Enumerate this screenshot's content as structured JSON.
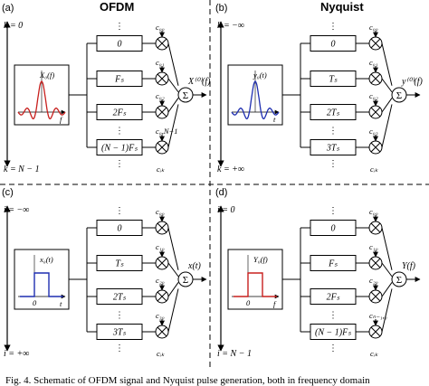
{
  "caption": "Fig. 4. Schematic of OFDM signal and Nyquist pulse generation, both in frequency domain",
  "colors": {
    "ofdm_pulse": "#c8201e",
    "nyquist_pulse": "#1f2fb0",
    "line": "#000000"
  },
  "panels": [
    {
      "id": "a",
      "label": "(a)",
      "title": "OFDM",
      "range_top": "k = 0",
      "range_bottom": "k = N − 1",
      "inset_label": "X₀(f)",
      "inset_axis": "f",
      "pulse": "sinc-red",
      "boxes": [
        "0",
        "Fₛ",
        "2Fₛ",
        "(N − 1)Fₛ"
      ],
      "coeffs": [
        "c₀₀",
        "c₀₁",
        "c₀₂",
        "c₀,N−1"
      ],
      "bottom_coeff": "c_{ik}",
      "output": "X⁽⁰⁾(f)",
      "dots_top": true,
      "dots_middle": true
    },
    {
      "id": "b",
      "label": "(b)",
      "title": "Nyquist",
      "range_top": "k = −∞",
      "range_bottom": "k = +∞",
      "inset_label": "y₀(t)",
      "inset_axis": "t",
      "pulse": "sinc-blue",
      "boxes": [
        "0",
        "Tₛ",
        "2Tₛ",
        "3Tₛ"
      ],
      "coeffs": [
        "c₀₀",
        "c₀₁",
        "c₀₂",
        "c₀₃"
      ],
      "bottom_coeff": "c_{ik}",
      "output": "y⁽⁰⁾(f)",
      "dots_top": true,
      "dots_middle": true
    },
    {
      "id": "c",
      "label": "(c)",
      "title": "",
      "range_top": "i = −∞",
      "range_bottom": "i = +∞",
      "inset_label": "x₀(t)",
      "inset_axis": "t",
      "pulse": "rect-blue",
      "boxes": [
        "0",
        "Tₛ",
        "2Tₛ",
        "3Tₛ"
      ],
      "coeffs": [
        "c₀₀",
        "c₁₀",
        "c₂₀",
        "c₃₀"
      ],
      "bottom_coeff": "c_{ik}",
      "output": "x(t)",
      "dots_top": true,
      "dots_middle": true
    },
    {
      "id": "d",
      "label": "(d)",
      "title": "",
      "range_top": "i = 0",
      "range_bottom": "i = N − 1",
      "inset_label": "Y₀(f)",
      "inset_axis": "f",
      "pulse": "rect-red",
      "boxes": [
        "0",
        "Fₛ",
        "2Fₛ",
        "(N − 1)Fₛ"
      ],
      "coeffs": [
        "c₀₀",
        "c₁₀",
        "c₂₀",
        "c_{N−1,0}"
      ],
      "bottom_coeff": "c_{ik}",
      "output": "Y(f)",
      "dots_top": true,
      "dots_middle": true
    }
  ]
}
